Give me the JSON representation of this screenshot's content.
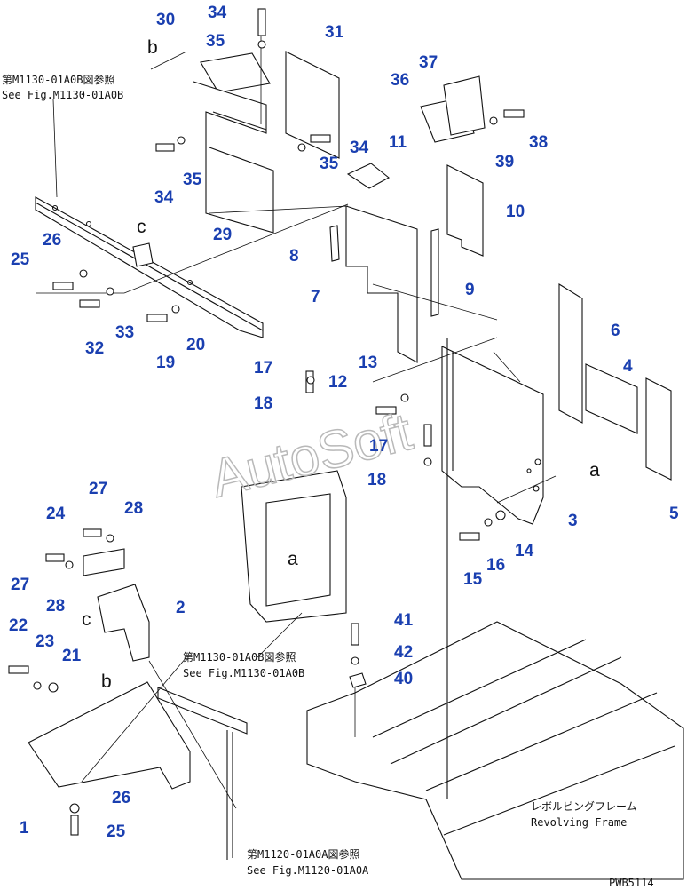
{
  "drawing_code": "PWB5114",
  "watermark": "AutoSoft",
  "colors": {
    "callout": "#1a3fb0",
    "line": "#111111",
    "watermark": "#b9b9b9"
  },
  "notes": {
    "ref_top_jp": "第M1130-01A0B図参照",
    "ref_top_en": "See Fig.M1130-01A0B",
    "ref_mid_jp": "第M1130-01A0B図参照",
    "ref_mid_en": "See Fig.M1130-01A0B",
    "ref_bottom_jp": "第M1120-01A0A図参照",
    "ref_bottom_en": "See Fig.M1120-01A0A",
    "frame_jp": "レボルビングフレーム",
    "frame_en": "Revolving Frame"
  },
  "view_marks": [
    "b",
    "c",
    "a",
    "a",
    "c",
    "b"
  ],
  "callouts": [
    "34",
    "30",
    "35",
    "31",
    "37",
    "36",
    "38",
    "39",
    "11",
    "34",
    "35",
    "34",
    "35",
    "10",
    "29",
    "26",
    "8",
    "25",
    "9",
    "7",
    "33",
    "32",
    "20",
    "19",
    "6",
    "13",
    "4",
    "17",
    "12",
    "18",
    "17",
    "18",
    "3",
    "a",
    "5",
    "14",
    "16",
    "15",
    "27",
    "28",
    "24",
    "27",
    "28",
    "2",
    "22",
    "23",
    "21",
    "41",
    "42",
    "40",
    "26",
    "1",
    "25"
  ]
}
